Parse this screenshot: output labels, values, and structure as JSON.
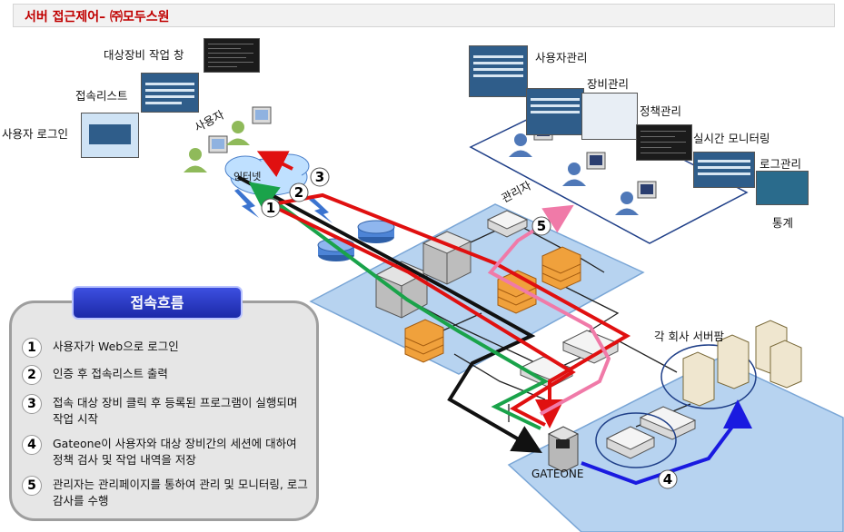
{
  "title": "서버 접근제어– ㈜모두스원",
  "labels": {
    "target_window": "대상장비 작업 창",
    "access_list": "접속리스트",
    "user_login": "사용자 로그인",
    "user": "사용자",
    "internet": "인터넷",
    "user_mgmt": "사용자관리",
    "device_mgmt": "장비관리",
    "policy_mgmt": "정책관리",
    "realtime_monitoring": "실시간 모니터링",
    "log_mgmt": "로그관리",
    "admin": "관리자",
    "statistics": "통계",
    "company_servers": "각 회사 서버팜",
    "gateone": "GATEONE"
  },
  "legend": {
    "title": "접속흐름",
    "steps": [
      {
        "num": "1",
        "text": "사용자가 Web으로 로그인"
      },
      {
        "num": "2",
        "text": "인증 후 접속리스트 출력"
      },
      {
        "num": "3",
        "text": "접속 대상 장비 클릭 후 등록된 프로그램이 실행되며 작업 시작"
      },
      {
        "num": "4",
        "text": "Gateone이 사용자와 대상 장비간의 세션에 대하여 정책 검사 및 작업 내역을 저장"
      },
      {
        "num": "5",
        "text": "관리자는 관리페이지를 통하여 관리 및 모니터링, 로그감사를 수행"
      }
    ]
  },
  "flow_markers": [
    "1",
    "2",
    "3",
    "4",
    "5"
  ],
  "colors": {
    "title_text": "#c00000",
    "flow1": "#111111",
    "flow2": "#1aa34a",
    "flow3": "#e01010",
    "flow4": "#1a1ae0",
    "flow5": "#f07aa8",
    "network_zone": "#b7d3f0",
    "legend_header": "#2233c0"
  }
}
